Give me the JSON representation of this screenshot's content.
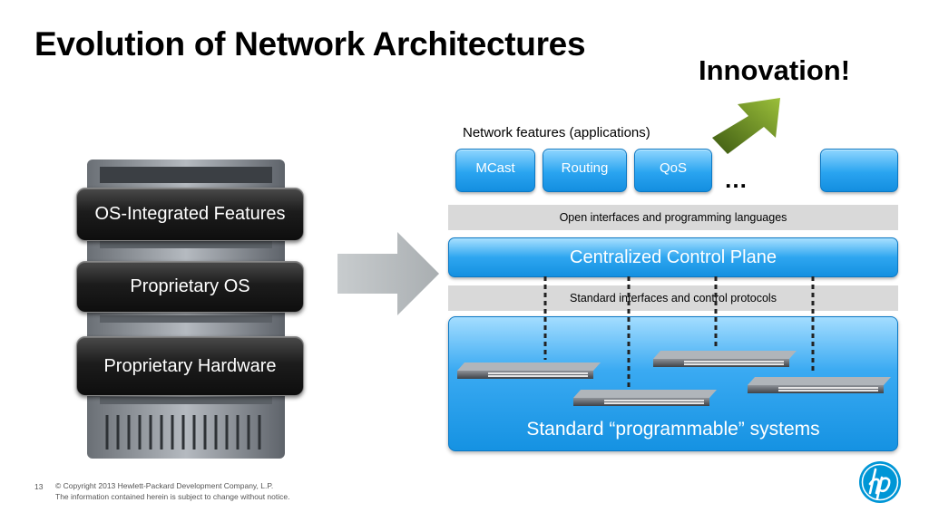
{
  "slide": {
    "title": "Evolution of Network Architectures",
    "innovation_label": "Innovation!",
    "page_number": "13",
    "copyright_line1": "© Copyright 2013 Hewlett-Packard Development Company, L.P.",
    "copyright_line2": "The information contained herein is subject to change without notice."
  },
  "legacy": {
    "os_features": "OS-Integrated Features",
    "proprietary_os": "Proprietary OS",
    "proprietary_hardware": "Proprietary Hardware"
  },
  "sdn": {
    "features_label": "Network features (applications)",
    "apps": [
      "MCast",
      "Routing",
      "QoS"
    ],
    "ellipsis": "…",
    "open_interfaces": "Open interfaces and programming languages",
    "control_plane": "Centralized Control Plane",
    "standard_interfaces": "Standard interfaces and control protocols",
    "systems_label": "Standard “programmable” systems"
  },
  "colors": {
    "innovation_arrow": "#6b8e23",
    "blue_accent": "#2aa4f0",
    "dark_box": "#1c1c1c",
    "band_grey": "#d9d9d9"
  },
  "icons": {
    "innovation_arrow": "arrow-up-right-icon",
    "transition_arrow": "arrow-right-icon",
    "logo": "hp-logo-icon"
  }
}
